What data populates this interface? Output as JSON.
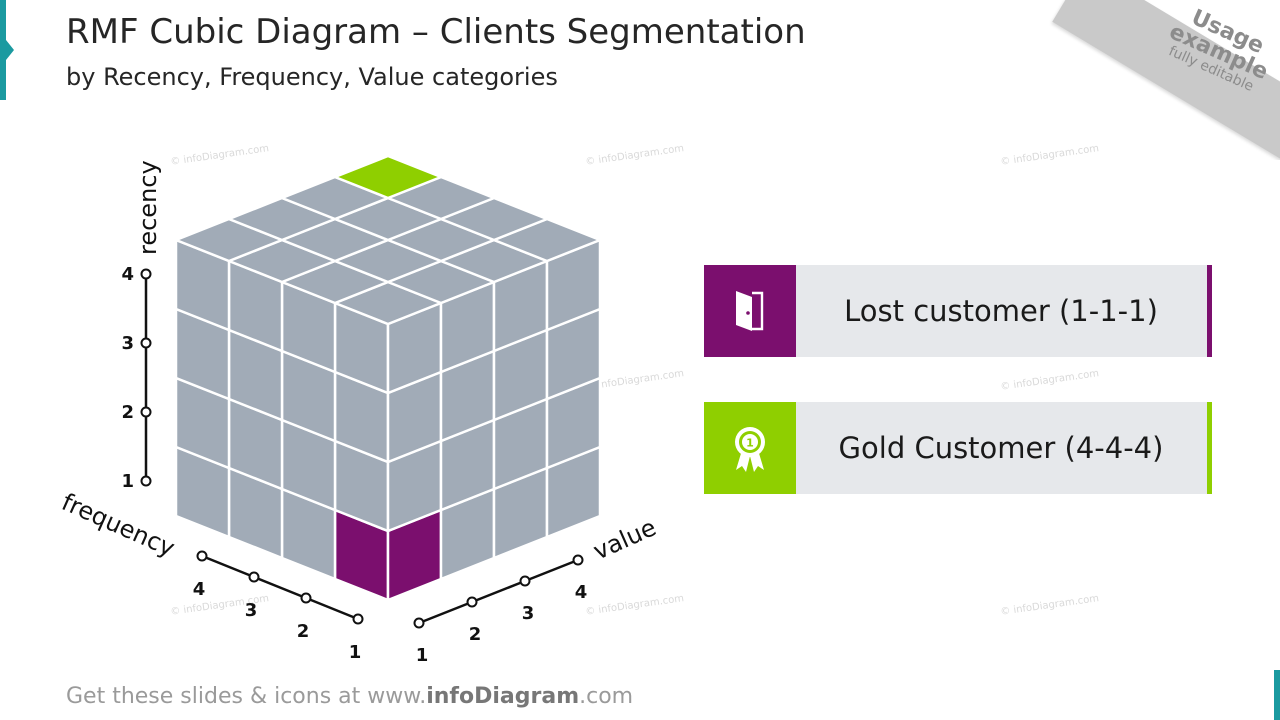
{
  "header": {
    "title": "RMF Cubic Diagram – Clients Segmentation",
    "subtitle": "by Recency, Frequency, Value categories"
  },
  "ribbon": {
    "line1": "Usage",
    "line2": "example",
    "line3": "fully editable"
  },
  "watermark": "© infoDiagram.com",
  "diagram": {
    "axes": {
      "recency": {
        "label": "recency",
        "ticks": [
          "1",
          "2",
          "3",
          "4"
        ]
      },
      "frequency": {
        "label": "frequency",
        "ticks": [
          "1",
          "2",
          "3",
          "4"
        ]
      },
      "value": {
        "label": "value",
        "ticks": [
          "1",
          "2",
          "3",
          "4"
        ]
      }
    },
    "grid_size": 4,
    "highlights": {
      "lost": {
        "cell": [
          1,
          1,
          1
        ],
        "color": "#7b0f6e"
      },
      "gold": {
        "cell": [
          4,
          4,
          4
        ],
        "color": "#8fcf00"
      }
    },
    "colors": {
      "cube_face": "#a1abb7",
      "cube_line": "#ffffff"
    }
  },
  "legend": [
    {
      "label": "Lost customer (1-1-1)",
      "color": "#7b0f6e",
      "icon": "door-exit-icon"
    },
    {
      "label": "Gold Customer (4-4-4)",
      "color": "#8fcf00",
      "icon": "award-medal-icon"
    }
  ],
  "footer": {
    "prefix": "Get these slides & icons at www.",
    "brand": "infoDiagram",
    "suffix": ".com"
  }
}
